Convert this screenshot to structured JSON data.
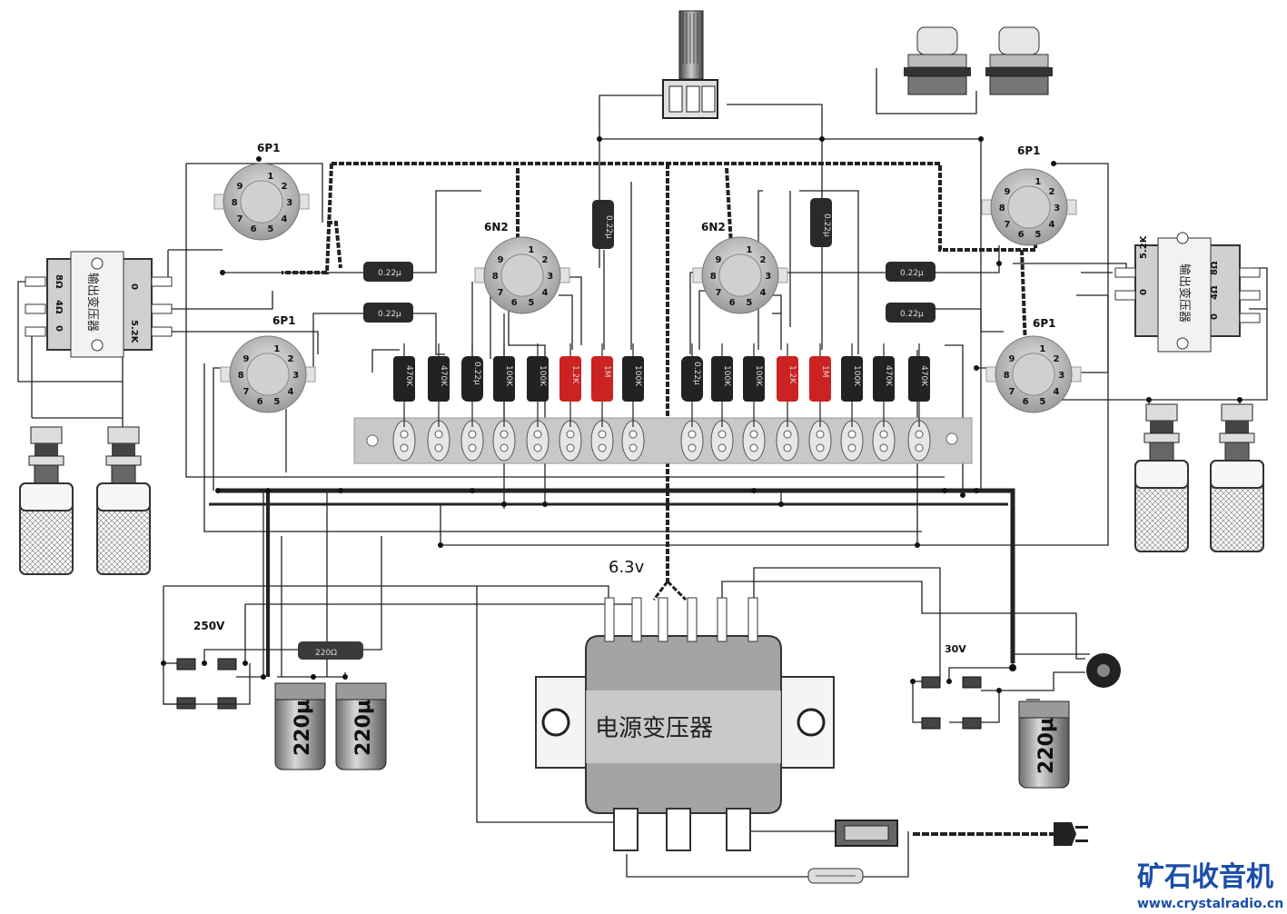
{
  "tubes": {
    "power_tl": "6P1",
    "power_bl": "6P1",
    "power_tr": "6P1",
    "power_br": "6P1",
    "pre_l": "6N2",
    "pre_r": "6N2"
  },
  "pins": [
    "1",
    "2",
    "3",
    "4",
    "5",
    "6",
    "7",
    "8",
    "9"
  ],
  "output_transformer": {
    "name": "输出变压器",
    "tap_8": "8Ω",
    "tap_4": "4Ω",
    "tap_0": "0",
    "tap_52k": "5.2K"
  },
  "coupling_caps": [
    "0.22μ",
    "0.22μ",
    "0.22μ",
    "0.22μ",
    "0.22μ",
    "0.22μ",
    "0.22μ",
    "0.22μ"
  ],
  "board_resistors_left": [
    "470K",
    "470K",
    "0.22μ",
    "100K",
    "100K",
    "1.2K",
    "1M",
    "100K"
  ],
  "board_resistors_right": [
    "0.22μ",
    "100K",
    "100K",
    "1.2K",
    "1M",
    "100K",
    "470K",
    "470K"
  ],
  "power": {
    "transformer_name": "电源变压器",
    "heater_label": "6.3v",
    "hv_label": "250V",
    "lv_label": "30V",
    "resistor": "220Ω",
    "cap_1": "220μ",
    "cap_2": "220μ",
    "cap_3": "220μ"
  },
  "watermark": {
    "title": "矿石收音机",
    "url": "www.crystalradio.cn"
  },
  "colors": {
    "wire": "#111111",
    "resistor_black": "#222222",
    "resistor_red": "#cc2222",
    "board": "#c8c8c8",
    "transformer": "#a0a0a0",
    "watermark_blue": "#1a4ea8"
  }
}
